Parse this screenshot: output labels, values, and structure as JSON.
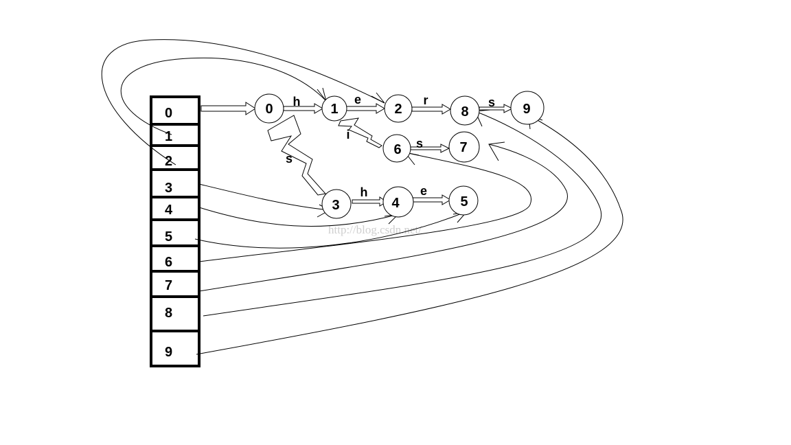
{
  "array": {
    "cells": [
      "0",
      "1",
      "2",
      "3",
      "4",
      "5",
      "6",
      "7",
      "8",
      "9"
    ]
  },
  "nodes": [
    {
      "id": "n0",
      "label": "0"
    },
    {
      "id": "n1",
      "label": "1"
    },
    {
      "id": "n2",
      "label": "2"
    },
    {
      "id": "n8",
      "label": "8"
    },
    {
      "id": "n9",
      "label": "9"
    },
    {
      "id": "n6",
      "label": "6"
    },
    {
      "id": "n7",
      "label": "7"
    },
    {
      "id": "n3",
      "label": "3"
    },
    {
      "id": "n4",
      "label": "4"
    },
    {
      "id": "n5",
      "label": "5"
    }
  ],
  "edges": [
    {
      "from": "n0",
      "to": "n1",
      "label": "h"
    },
    {
      "from": "n1",
      "to": "n2",
      "label": "e"
    },
    {
      "from": "n2",
      "to": "n8",
      "label": "r"
    },
    {
      "from": "n8",
      "to": "n9",
      "label": "s"
    },
    {
      "from": "n1",
      "to": "n6",
      "label": "i"
    },
    {
      "from": "n6",
      "to": "n7",
      "label": "s"
    },
    {
      "from": "n0",
      "to": "n3",
      "label": "s"
    },
    {
      "from": "n3",
      "to": "n4",
      "label": "h"
    },
    {
      "from": "n4",
      "to": "n5",
      "label": "e"
    }
  ],
  "watermark": "http://blog.csdn.net/"
}
